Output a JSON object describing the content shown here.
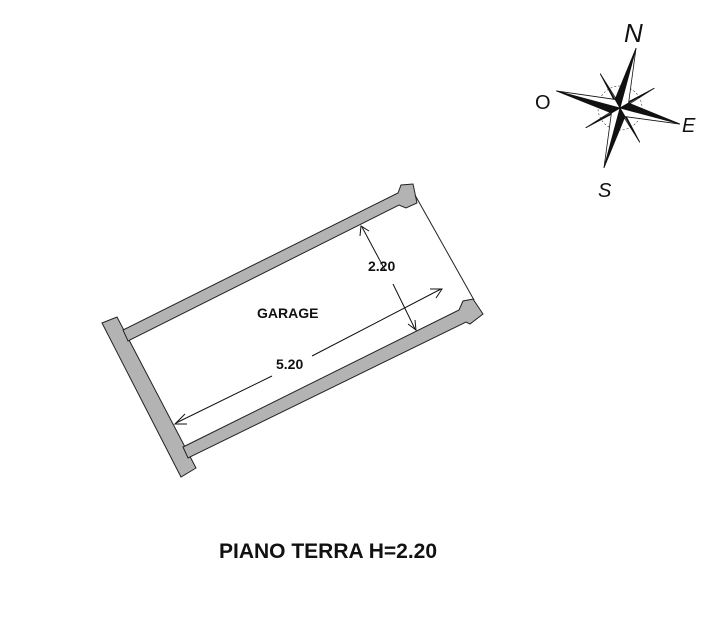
{
  "plan": {
    "room_label": "GARAGE",
    "width_dimension": "2.20",
    "length_dimension": "5.20",
    "caption": "PIANO TERRA H=2.20"
  },
  "compass": {
    "north": "N",
    "east": "E",
    "south": "S",
    "west": "O"
  },
  "colors": {
    "wall_fill": "#b3b3b3",
    "line": "#111111",
    "background": "#ffffff"
  }
}
